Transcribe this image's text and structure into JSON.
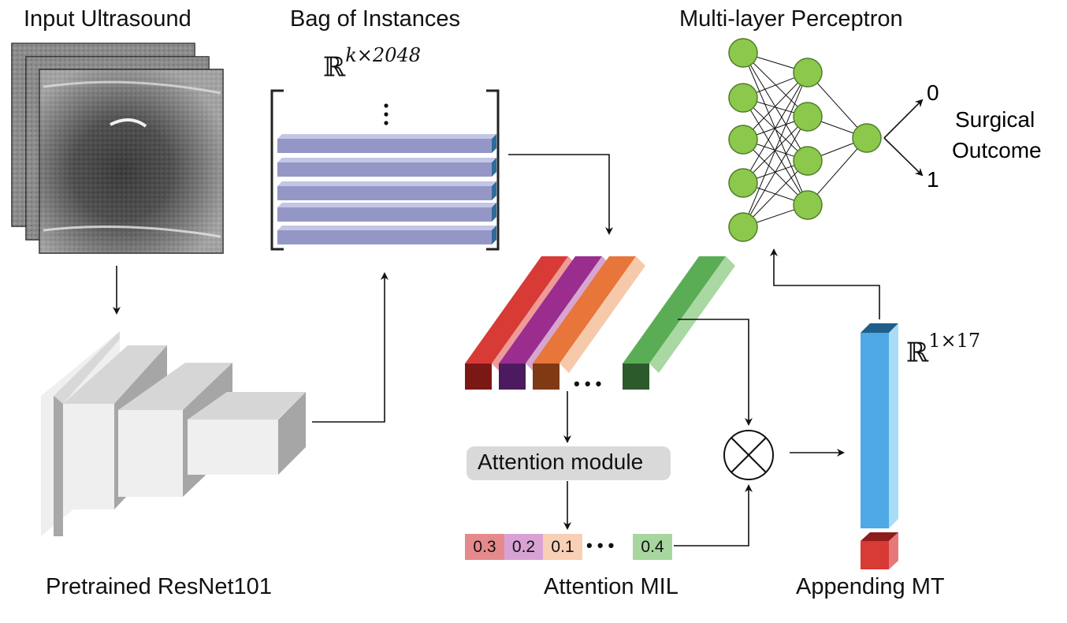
{
  "labels": {
    "input_ultrasound": "Input Ultrasound",
    "bag_of_instances": "Bag of Instances",
    "mlp": "Multi-layer Perceptron",
    "pretrained_resnet": "Pretrained ResNet101",
    "attention_module": "Attention module",
    "attention_mil": "Attention MIL",
    "appending_mt": "Appending MT",
    "surgical_outcome_line1": "Surgical",
    "surgical_outcome_line2": "Outcome",
    "output_0": "0",
    "output_1": "1",
    "ellipsis": "• • •"
  },
  "math": {
    "bag_dim_base": "ℝ",
    "bag_dim_exp": "k×2048",
    "mt_dim_base": "ℝ",
    "mt_dim_exp": "1×17"
  },
  "attention_weights": [
    "0.3",
    "0.2",
    "0.1",
    "0.4"
  ],
  "colors": {
    "instance_bar": "#9497c6",
    "instance_bar_end": "#2f6b9a",
    "red": "#d83a36",
    "purple": "#9a2d8e",
    "orange": "#e8753a",
    "green": "#5aad55",
    "neuron": "#8cc84b",
    "mt_bar": "#4ea9e6",
    "mt_red": "#d83a36",
    "attention_box": "#d9d9d9"
  },
  "icons": {
    "combine_operator": "circled-times-icon"
  }
}
